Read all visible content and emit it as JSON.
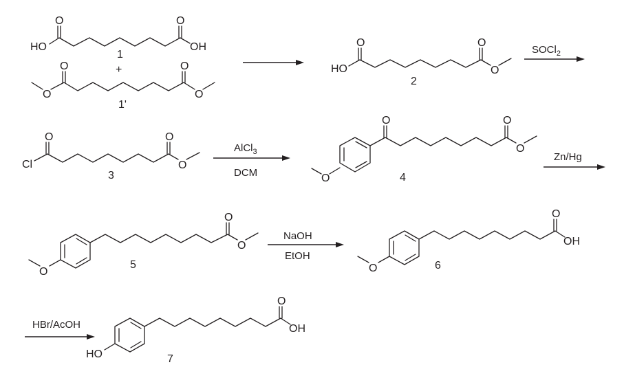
{
  "scheme": {
    "compounds": [
      {
        "id": "1",
        "label": "1",
        "left_group": "HO",
        "right_group": "OH",
        "type": "decanedioic acid"
      },
      {
        "id": "1p",
        "label": "1'",
        "type": "dimethyl decanedioate"
      },
      {
        "id": "2",
        "label": "2",
        "left_group": "HO",
        "type": "monomethyl ester"
      },
      {
        "id": "3",
        "label": "3",
        "left_group": "Cl",
        "type": "acid chloride methyl ester"
      },
      {
        "id": "4",
        "label": "4",
        "type": "aryl ketone methyl ester"
      },
      {
        "id": "5",
        "label": "5",
        "type": "aryl alkyl methyl ester"
      },
      {
        "id": "6",
        "label": "6",
        "right_group": "OH",
        "type": "aryl alkanoic acid (methoxy)"
      },
      {
        "id": "7",
        "label": "7",
        "left_group": "HO",
        "right_group": "OH",
        "type": "aryl alkanoic acid (phenol)"
      }
    ],
    "plus": "+",
    "atoms": {
      "O": "O",
      "OH": "OH",
      "HO": "HO",
      "Cl": "Cl"
    },
    "steps": [
      {
        "from": "1 + 1'",
        "to": "2",
        "above": "",
        "below": ""
      },
      {
        "from": "2",
        "to": "3",
        "above": "SOCl",
        "above_sub": "2",
        "below": ""
      },
      {
        "from": "3",
        "to": "4",
        "above": "AlCl",
        "above_sub": "3",
        "below": "DCM"
      },
      {
        "from": "4",
        "to": "5",
        "above": "Zn/Hg",
        "below": ""
      },
      {
        "from": "5",
        "to": "6",
        "above": "NaOH",
        "below": "EtOH"
      },
      {
        "from": "6",
        "to": "7",
        "above": "HBr/AcOH",
        "below": ""
      }
    ]
  },
  "colors": {
    "ink": "#231f20",
    "background": "#ffffff"
  }
}
